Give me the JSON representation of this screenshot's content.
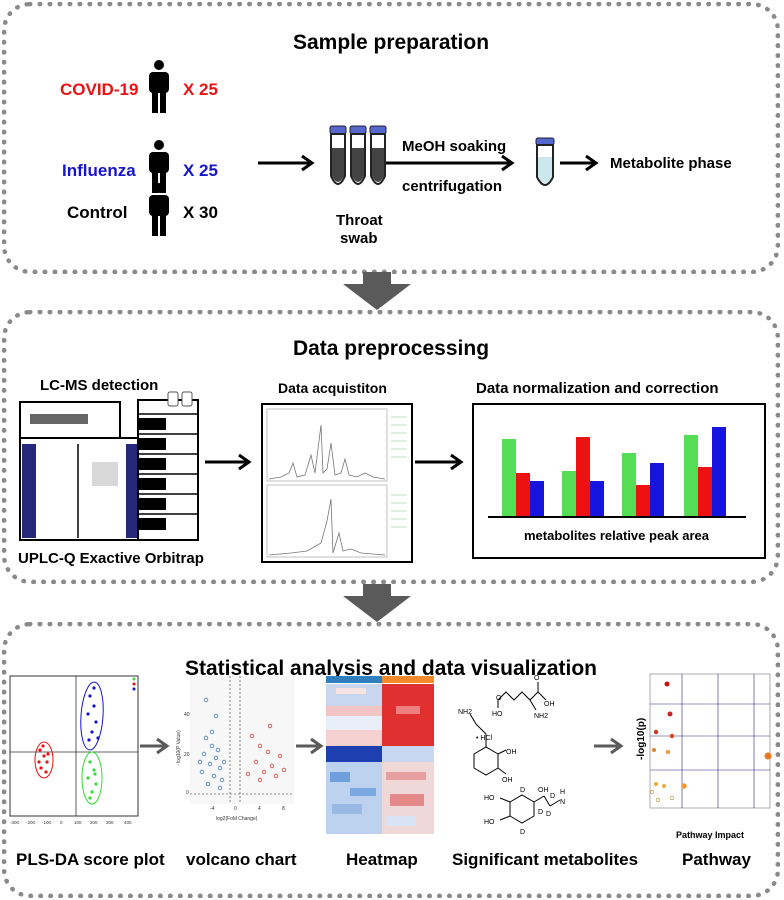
{
  "sample_preparation": {
    "title": "Sample preparation",
    "groups": [
      {
        "name": "COVID-19",
        "count": "X 25",
        "color": "#ee1111"
      },
      {
        "name": "Influenza",
        "count": "X 25",
        "color": "#1515cc"
      },
      {
        "name": "Control",
        "count": "X 30",
        "color": "#000000"
      }
    ],
    "swab_label_1": "Throat",
    "swab_label_2": "swab",
    "step_top": "MeOH soaking",
    "step_bottom": "centrifugation",
    "output": "Metabolite phase"
  },
  "data_preprocessing": {
    "title": "Data preprocessing",
    "lcms_title": "LC-MS detection",
    "lcms_caption": "UPLC-Q Exactive Orbitrap",
    "acq_title": "Data acquistiton",
    "norm_title": "Data normalization and correction",
    "norm_caption": "metabolites relative peak area",
    "bar_colors": [
      "#55dd55",
      "#ee1111",
      "#1515dd"
    ]
  },
  "statistical_analysis": {
    "title": "Statistical analysis and data visualization",
    "captions": [
      "PLS-DA score plot",
      "volcano chart",
      "Heatmap",
      "Significant metabolites",
      "Pathway"
    ],
    "pls_ticks": [
      "-300",
      "-200",
      "-100",
      "0",
      "100",
      "200",
      "300",
      "400"
    ],
    "volcano_ylabel": "- log10(P Value)",
    "volcano_xlabel": "log2(Fold Change)",
    "volcano_yticks": [
      "40",
      "20",
      "0"
    ],
    "volcano_xticks": [
      "-4",
      "0",
      "4",
      "8"
    ],
    "pathway_ylabel": "-log10(p)",
    "pathway_xlabel": "Pathway Impact",
    "hcl_label": "• HCl",
    "atom_labels": {
      "nh2": "NH2",
      "oh": "OH",
      "ho": "HO",
      "d": "D",
      "o": "O",
      "h": "H",
      "n": "N"
    }
  },
  "colors": {
    "border": "#8a8a8a",
    "arrow": "#5a5a5a",
    "covid": "#ee1111",
    "influenza": "#1515cc",
    "green": "#33dd33",
    "lcms_navy": "#26297a"
  }
}
